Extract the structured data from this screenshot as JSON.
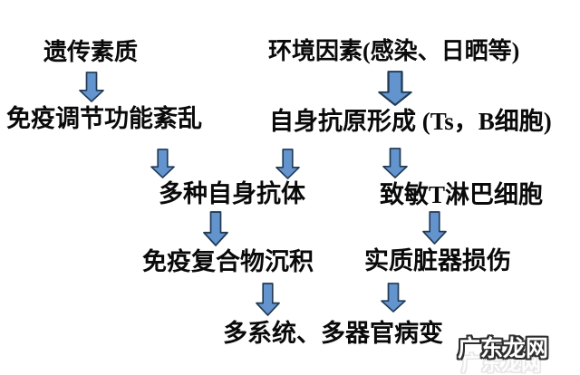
{
  "colors": {
    "background": "#ffffff",
    "text": "#0a0a0a",
    "arrow_fill": "#6394ce",
    "arrow_stroke": "#203a54",
    "watermark_fill": "#ffffff",
    "watermark_outline": "#2e2e2e"
  },
  "diagram": {
    "nodes": {
      "genetic": "遗传素质",
      "environment": "环境因素(感染、日晒等)",
      "immune_dysregulation": "免疫调节功能紊乱",
      "autoantigen": "自身抗原形成 (Ts，B细胞)",
      "autoantibodies": "多种自身抗体",
      "sensitized_t_cells": "致敏T淋巴细胞",
      "immune_complex": "免疫复合物沉积",
      "organ_damage": "实质脏器损伤",
      "multisystem": "多系统、多器官病变"
    },
    "edges": [
      {
        "from": "genetic",
        "to": "immune_dysregulation"
      },
      {
        "from": "environment",
        "to": "autoantigen"
      },
      {
        "from": "immune_dysregulation",
        "to": "autoantibodies"
      },
      {
        "from": "autoantigen",
        "to": "autoantibodies"
      },
      {
        "from": "autoantigen",
        "to": "sensitized_t_cells"
      },
      {
        "from": "autoantibodies",
        "to": "immune_complex"
      },
      {
        "from": "sensitized_t_cells",
        "to": "organ_damage"
      },
      {
        "from": "immune_complex",
        "to": "multisystem"
      },
      {
        "from": "organ_damage",
        "to": "multisystem"
      }
    ]
  },
  "watermark": {
    "text": "广东龙网"
  }
}
